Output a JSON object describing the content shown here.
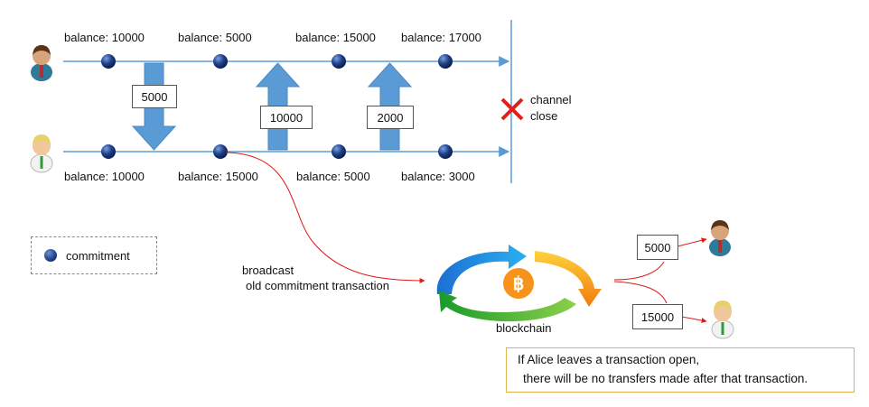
{
  "top_balances": [
    "balance: 10000",
    "balance: 5000",
    "balance: 15000",
    "balance: 17000"
  ],
  "bottom_balances": [
    "balance: 10000",
    "balance: 15000",
    "balance: 5000",
    "balance: 3000"
  ],
  "transfers": [
    "5000",
    "10000",
    "2000"
  ],
  "channel_close": [
    "channel",
    "close"
  ],
  "legend_label": "commitment",
  "broadcast": [
    "broadcast",
    "old commitment transaction"
  ],
  "blockchain_label": "blockchain",
  "payouts": [
    "5000",
    "15000"
  ],
  "note": [
    "If Alice leaves a transaction open,",
    "there will be no transfers made after that transaction."
  ],
  "colors": {
    "timeline": "#5b9bd5",
    "commitment": "#1f3f88",
    "arrow_fill": "#5b9bd5",
    "close_x": "#e0201c",
    "red_line": "#e01818",
    "note_border": "#e3b44c",
    "bitcoin": "#f7931a"
  }
}
